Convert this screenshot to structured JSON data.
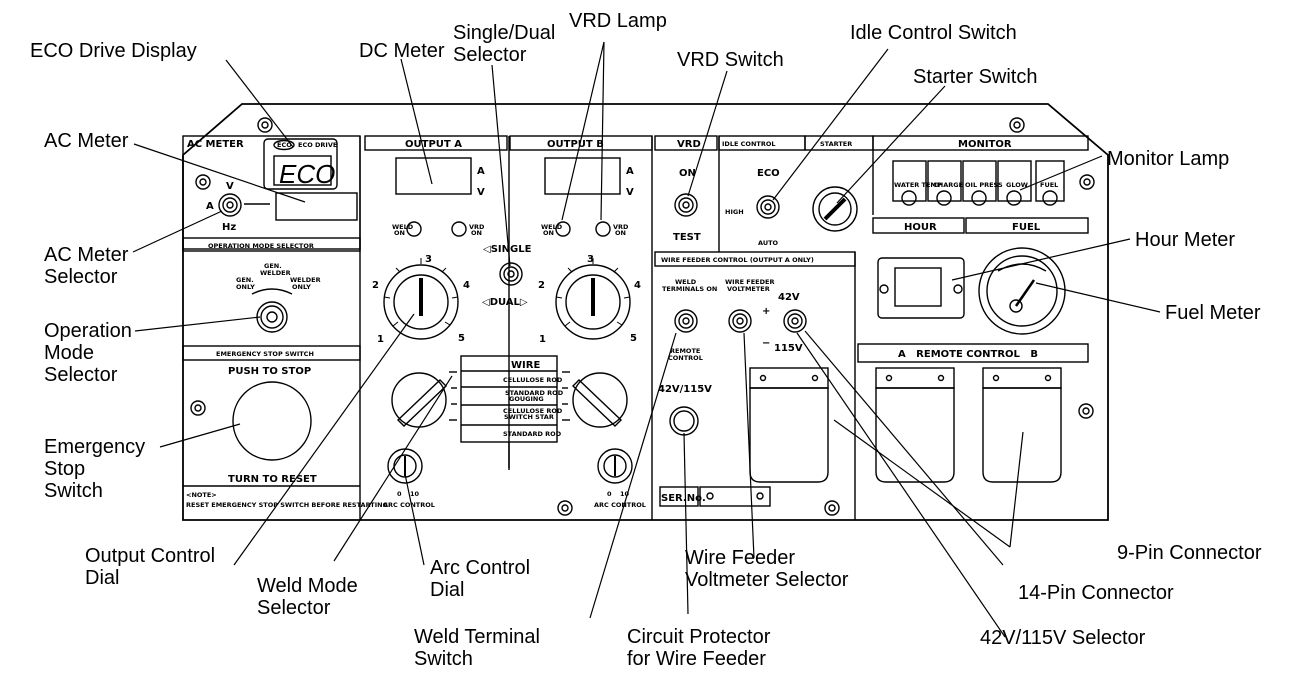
{
  "callouts": {
    "eco_drive_display": "ECO Drive Display",
    "dc_meter": "DC Meter",
    "single_dual_selector": "Single/Dual\nSelector",
    "vrd_lamp": "VRD Lamp",
    "vrd_switch": "VRD Switch",
    "idle_control_switch": "Idle Control Switch",
    "starter_switch": "Starter Switch",
    "ac_meter": "AC Meter",
    "monitor_lamp": "Monitor Lamp",
    "ac_meter_selector": "AC Meter\nSelector",
    "hour_meter": "Hour Meter",
    "operation_mode_selector": "Operation\nMode\nSelector",
    "fuel_meter": "Fuel Meter",
    "emergency_stop_switch": "Emergency\nStop\nSwitch",
    "output_control_dial": "Output Control\nDial",
    "weld_mode_selector": "Weld Mode\nSelector",
    "arc_control_dial": "Arc Control\nDial",
    "weld_terminal_switch": "Weld Terminal\nSwitch",
    "circuit_protector": "Circuit Protector\nfor Wire Feeder",
    "wire_feeder_voltmeter_selector": "Wire Feeder\nVoltmeter Selector",
    "nine_pin_connector": "9-Pin Connector",
    "fourteen_pin_connector": "14-Pin Connector",
    "selector_42v_115v": "42V/115V Selector"
  },
  "panel": {
    "ac_meter_header": "AC METER",
    "eco_badge": "ECO",
    "eco_drive_label": "ECO DRIVE",
    "eco_readout": "ECO",
    "v": "V",
    "a": "A",
    "hz": "Hz",
    "operation_mode_header": "OPERATION MODE SELECTOR",
    "gen_only": "GEN.\nONLY",
    "gen_welder": "GEN.\nWELDER",
    "welder_only": "WELDER\nONLY",
    "emergency_stop_header": "EMERGENCY STOP SWITCH",
    "push_to_stop": "PUSH TO STOP",
    "turn_to_reset": "TURN TO RESET",
    "note_title": "<NOTE>",
    "note_text": "RESET EMERGENCY STOP SWITCH BEFORE RESTARTING.",
    "output_a": "OUTPUT A",
    "output_b": "OUTPUT B",
    "meter_a": "A",
    "meter_v": "V",
    "lamp_left": "WELD\nON",
    "lamp_right": "VRD\nON",
    "single": "◁SINGLE",
    "dual": "◁DUAL▷",
    "dial_1": "1",
    "dial_2": "2",
    "dial_3": "3",
    "dial_4": "4",
    "dial_5": "5",
    "mode_wire": "WIRE",
    "mode_cellulose": "CELLULOSE ROD",
    "mode_standard_gouging": "STANDARD ROD\nGOUGING",
    "mode_cellulose_switch": "CELLULOSE ROD\nSWITCH STAR",
    "mode_standard": "STANDARD ROD",
    "arc_control": "ARC CONTROL",
    "arc_0": "0",
    "arc_10": "10",
    "vrd_header": "VRD",
    "vrd_on": "ON",
    "vrd_test": "TEST",
    "idle_header": "IDLE CONTROL",
    "idle_eco": "ECO",
    "idle_high": "HIGH",
    "idle_auto": "AUTO",
    "starter_header": "STARTER",
    "monitor_header": "MONITOR",
    "monitor_lamps": [
      "WATER TEMP",
      "CHARGE",
      "OIL PRESS",
      "GLOW",
      "FUEL"
    ],
    "hour_header": "HOUR",
    "fuel_header": "FUEL",
    "wire_feeder_header": "WIRE FEEDER CONTROL (OUTPUT A ONLY)",
    "weld_terminals_on": "WELD\nTERMINALS ON",
    "wire_feeder_voltmeter": "WIRE FEEDER\nVOLTMETER",
    "v42": "42V",
    "v115": "115V",
    "remote_control": "REMOTE\nCONTROL",
    "v42_115": "42V/115V",
    "plus": "+",
    "minus": "−",
    "ser_no": "SER.No.",
    "remote_ab": "A   REMOTE CONTROL   B"
  }
}
